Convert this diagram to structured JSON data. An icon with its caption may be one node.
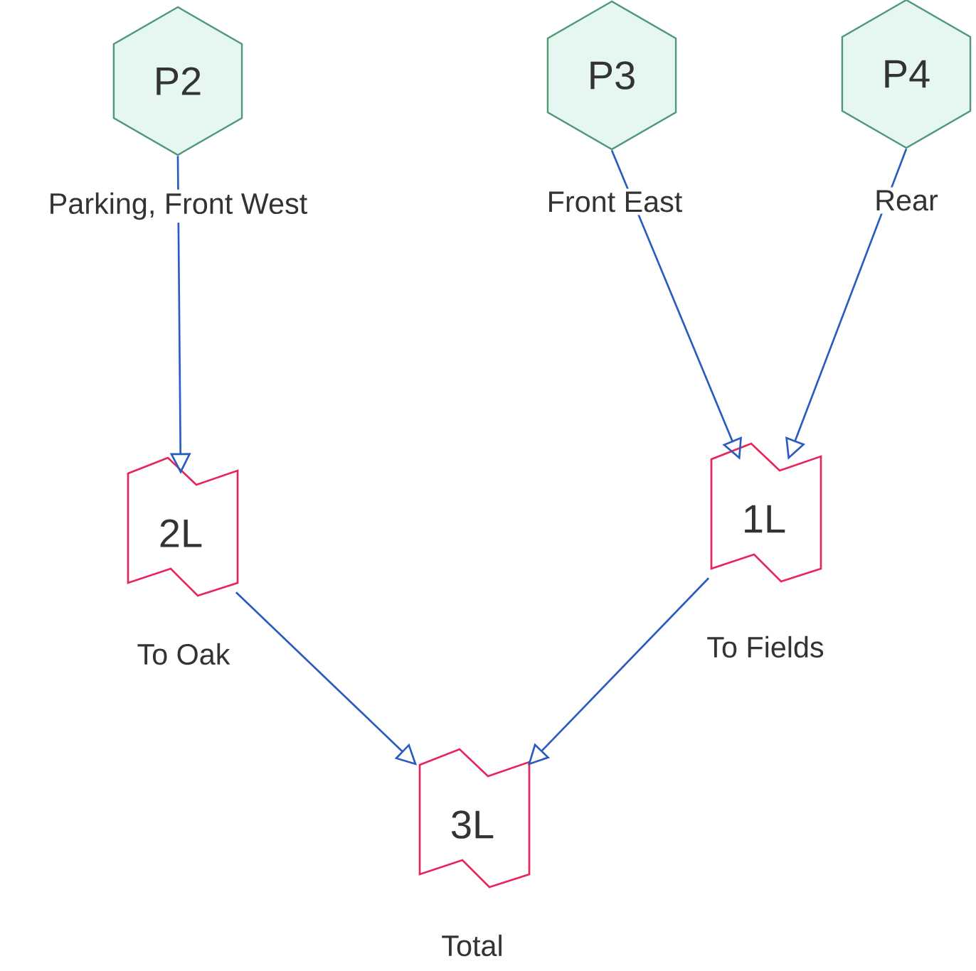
{
  "diagram": {
    "nodes": [
      {
        "text": [
          "P2"
        ],
        "beside": [
          "Parking, Front West"
        ]
      },
      {
        "text": [
          "P3"
        ],
        "beside": [
          "Front East"
        ]
      },
      {
        "text": [
          "P4"
        ],
        "beside": [
          "Rear"
        ]
      },
      {
        "text": [
          "2L"
        ],
        "beside": [
          "To Oak"
        ]
      },
      {
        "text": [
          "1L"
        ],
        "beside": [
          "To Fields"
        ]
      },
      {
        "text": [
          "3L"
        ],
        "beside": [
          "Total"
        ]
      }
    ],
    "edges": [
      {
        "from": 0,
        "to": 3,
        "arrow": "to"
      },
      {
        "from": 1,
        "to": 4,
        "arrow": "to"
      },
      {
        "from": 2,
        "to": 4,
        "arrow": "to"
      },
      {
        "from": 3,
        "to": 5,
        "arrow": "to"
      },
      {
        "from": 4,
        "to": 5,
        "arrow": "to"
      }
    ]
  }
}
